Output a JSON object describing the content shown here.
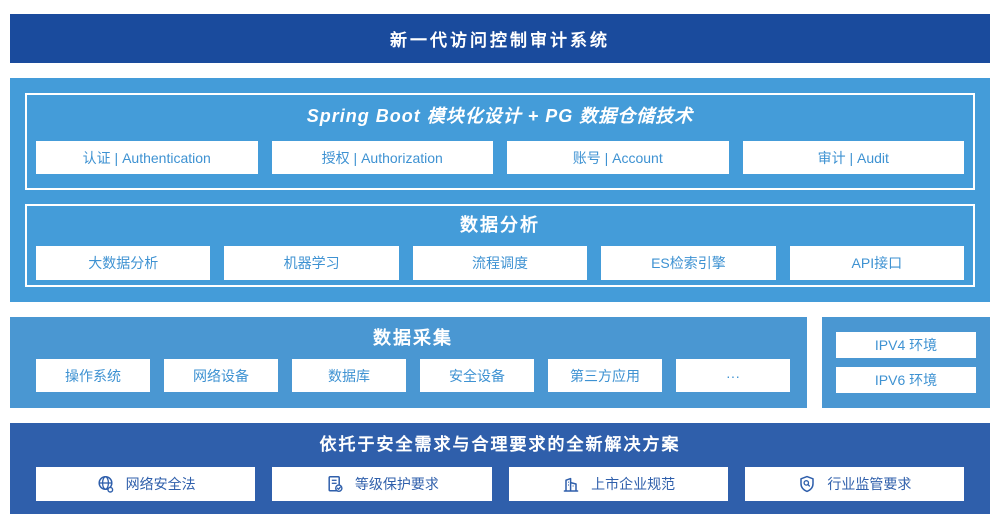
{
  "colors": {
    "banner_blue": "#1A4B9D",
    "platform_blue": "#449CD9",
    "collect_blue": "#4A97D2",
    "solution_blue": "#2F5FAB",
    "box_text_blue": "#3E92D2",
    "solution_text_blue": "#2F5FAB"
  },
  "banner": {
    "title": "新一代访问控制审计系统"
  },
  "platform": {
    "modules": {
      "title": "Spring Boot 模块化设计 + PG 数据仓储技术",
      "items": [
        {
          "label": "认证 | Authentication"
        },
        {
          "label": "授权 | Authorization"
        },
        {
          "label": "账号 | Account"
        },
        {
          "label": "审计 | Audit"
        }
      ]
    },
    "analysis": {
      "title": "数据分析",
      "items": [
        {
          "label": "大数据分析"
        },
        {
          "label": "机器学习"
        },
        {
          "label": "流程调度"
        },
        {
          "label": "ES检索引擎"
        },
        {
          "label": "API接口"
        }
      ]
    }
  },
  "collection": {
    "title": "数据采集",
    "items": [
      {
        "label": "操作系统"
      },
      {
        "label": "网络设备"
      },
      {
        "label": "数据库"
      },
      {
        "label": "安全设备"
      },
      {
        "label": "第三方应用"
      },
      {
        "label": "···"
      }
    ],
    "environments": [
      {
        "label": "IPV4 环境"
      },
      {
        "label": "IPV6 环境"
      }
    ]
  },
  "solution": {
    "title": "依托于安全需求与合理要求的全新解决方案",
    "items": [
      {
        "icon": "globe-icon",
        "label": "网络安全法"
      },
      {
        "icon": "checklist-icon",
        "label": "等级保护要求"
      },
      {
        "icon": "buildings-icon",
        "label": "上市企业规范"
      },
      {
        "icon": "shield-search-icon",
        "label": "行业监管要求"
      }
    ]
  }
}
